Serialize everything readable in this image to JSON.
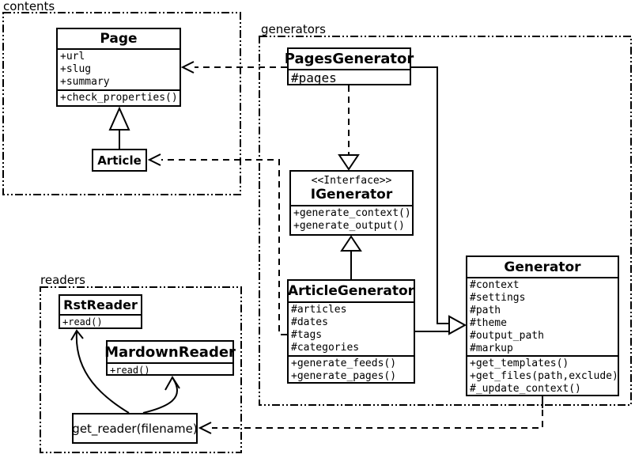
{
  "diagram": {
    "kind": "uml-class-diagram",
    "colors": {
      "ink": "#000000",
      "background": "#ffffff"
    },
    "packages": [
      {
        "id": "contents",
        "label": "contents"
      },
      {
        "id": "generators",
        "label": "generators"
      },
      {
        "id": "readers",
        "label": "readers"
      }
    ],
    "classes": {
      "page": {
        "name": "Page",
        "attributes": [
          "+url",
          "+slug",
          "+summary"
        ],
        "methods": [
          "+check_properties()"
        ]
      },
      "article": {
        "name": "Article"
      },
      "pages_generator": {
        "name": "PagesGenerator",
        "attributes": [
          "#pages"
        ]
      },
      "igenerator": {
        "stereotype": "<<Interface>>",
        "name": "IGenerator",
        "methods": [
          "+generate_context()",
          "+generate_output()"
        ]
      },
      "article_generator": {
        "name": "ArticleGenerator",
        "attributes": [
          "#articles",
          "#dates",
          "#tags",
          "#categories"
        ],
        "methods": [
          "+generate_feeds()",
          "+generate_pages()"
        ]
      },
      "generator": {
        "name": "Generator",
        "attributes": [
          "#context",
          "#settings",
          "#path",
          "#theme",
          "#output_path",
          "#markup"
        ],
        "methods": [
          "+get_templates()",
          "+get_files(path,exclude)",
          "#_update_context()"
        ]
      },
      "rst_reader": {
        "name": "RstReader",
        "methods": [
          "+read()"
        ]
      },
      "mardown_reader": {
        "name": "MardownReader",
        "methods": [
          "+read()"
        ]
      },
      "get_reader": {
        "label": "get_reader(filename)"
      }
    },
    "relationships": [
      {
        "from": "Article",
        "to": "Page",
        "type": "inheritance"
      },
      {
        "from": "PagesGenerator",
        "to": "Page",
        "type": "dependency"
      },
      {
        "from": "ArticleGenerator",
        "to": "Article",
        "type": "dependency"
      },
      {
        "from": "PagesGenerator",
        "to": "IGenerator",
        "type": "realization"
      },
      {
        "from": "ArticleGenerator",
        "to": "IGenerator",
        "type": "inheritance"
      },
      {
        "from": "PagesGenerator",
        "to": "Generator",
        "type": "inheritance"
      },
      {
        "from": "ArticleGenerator",
        "to": "Generator",
        "type": "inheritance"
      },
      {
        "from": "Generator",
        "to": "get_reader(filename)",
        "type": "dependency"
      },
      {
        "from": "get_reader(filename)",
        "to": "RstReader",
        "type": "arrow"
      },
      {
        "from": "get_reader(filename)",
        "to": "MardownReader",
        "type": "arrow"
      }
    ]
  }
}
